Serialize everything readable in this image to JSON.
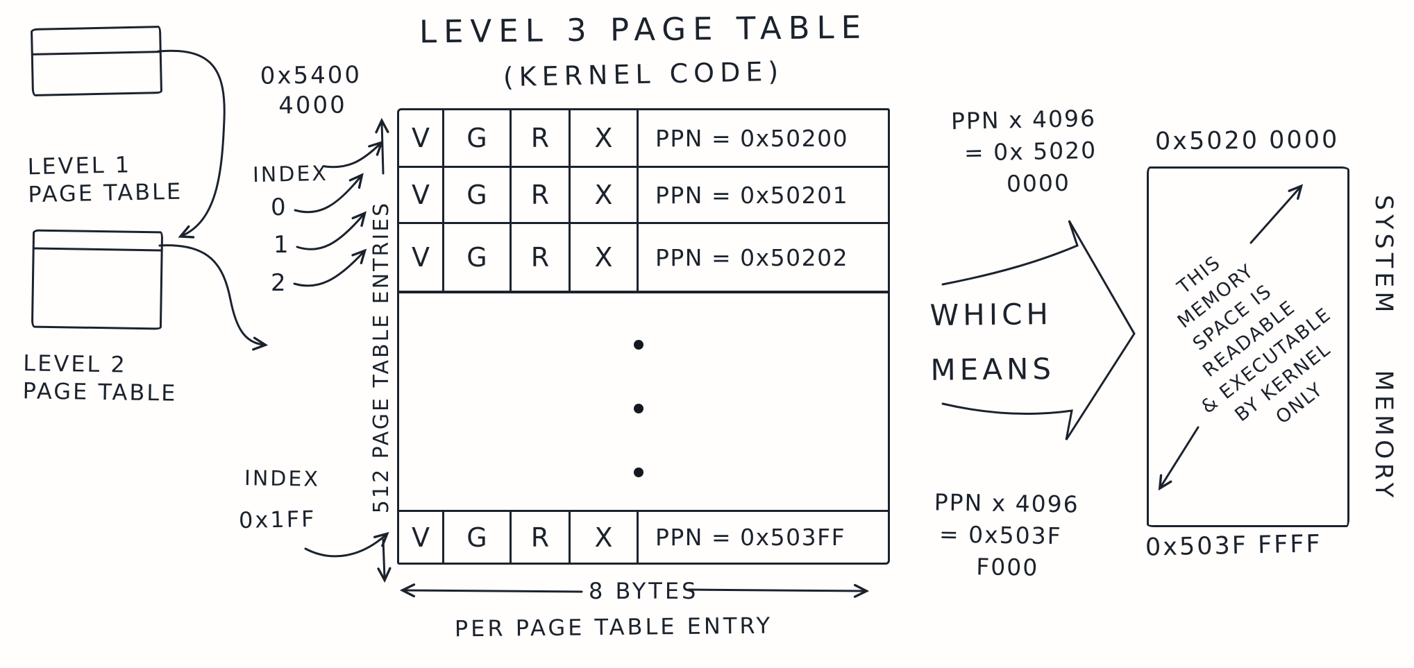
{
  "diagram": {
    "title_line1": "LEVEL 3 PAGE TABLE",
    "title_line2": "(KERNEL CODE)",
    "ink_color": "#1c222c"
  },
  "left_panel": {
    "level1_line1": "LEVEL 1",
    "level1_line2": "PAGE TABLE",
    "level2_line1": "LEVEL 2",
    "level2_line2": "PAGE TABLE"
  },
  "page_table": {
    "base_address_line1": "0x5400",
    "base_address_line2": "4000",
    "index_label_top": "INDEX",
    "indices": [
      "0",
      "1",
      "2"
    ],
    "index_label_bottom": "INDEX",
    "index_bottom_value": "0x1FF",
    "entries_label": "512 PAGE TABLE ENTRIES",
    "rows": [
      {
        "v": "V",
        "g": "G",
        "r": "R",
        "x": "X",
        "ppn": "PPN = 0x50200"
      },
      {
        "v": "V",
        "g": "G",
        "r": "R",
        "x": "X",
        "ppn": "PPN = 0x50201"
      },
      {
        "v": "V",
        "g": "G",
        "r": "R",
        "x": "X",
        "ppn": "PPN = 0x50202"
      }
    ],
    "last_row": {
      "v": "V",
      "g": "G",
      "r": "R",
      "x": "X",
      "ppn": "PPN = 0x503FF"
    },
    "entry_size_label": "8 BYTES",
    "entry_size_sublabel": "PER PAGE TABLE ENTRY"
  },
  "mapping": {
    "top_calc_line1": "PPN x 4096",
    "top_calc_line2": "= 0x 5020",
    "top_calc_line3": "0000",
    "which": "WHICH",
    "means": "MEANS",
    "bottom_calc_line1": "PPN x 4096",
    "bottom_calc_line2": "= 0x503F",
    "bottom_calc_line3": "F000"
  },
  "memory": {
    "top_address": "0x5020 0000",
    "bottom_address": "0x503F FFFF",
    "note_lines": [
      "THIS",
      "MEMORY",
      "SPACE IS",
      "READABLE",
      "& EXECUTABLE",
      "BY KERNEL",
      "ONLY"
    ],
    "side_label": "SYSTEM MEMORY"
  }
}
